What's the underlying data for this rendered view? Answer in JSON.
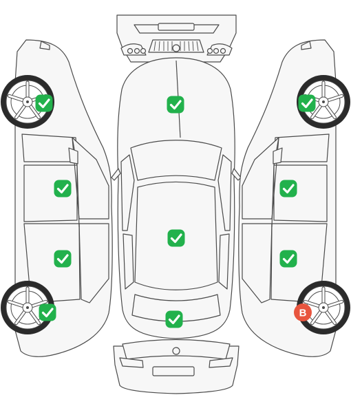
{
  "title": "",
  "colors": {
    "outline": "#4a4a4a",
    "body_fill": "#f7f7f7",
    "tire": "#2b2b2b",
    "check_ok": "#22b14c",
    "damage": "#e8553e"
  },
  "inspection_points": [
    {
      "id": "left-front-wheel",
      "status": "ok"
    },
    {
      "id": "left-front-door",
      "status": "ok"
    },
    {
      "id": "left-rear-door",
      "status": "ok"
    },
    {
      "id": "left-rear-wheel",
      "status": "ok"
    },
    {
      "id": "hood",
      "status": "ok"
    },
    {
      "id": "roof",
      "status": "ok"
    },
    {
      "id": "trunk",
      "status": "ok"
    },
    {
      "id": "right-front-wheel",
      "status": "ok"
    },
    {
      "id": "right-front-door",
      "status": "ok"
    },
    {
      "id": "right-rear-door",
      "status": "ok"
    },
    {
      "id": "right-rear-wheel",
      "status": "damage",
      "label": "B"
    }
  ]
}
